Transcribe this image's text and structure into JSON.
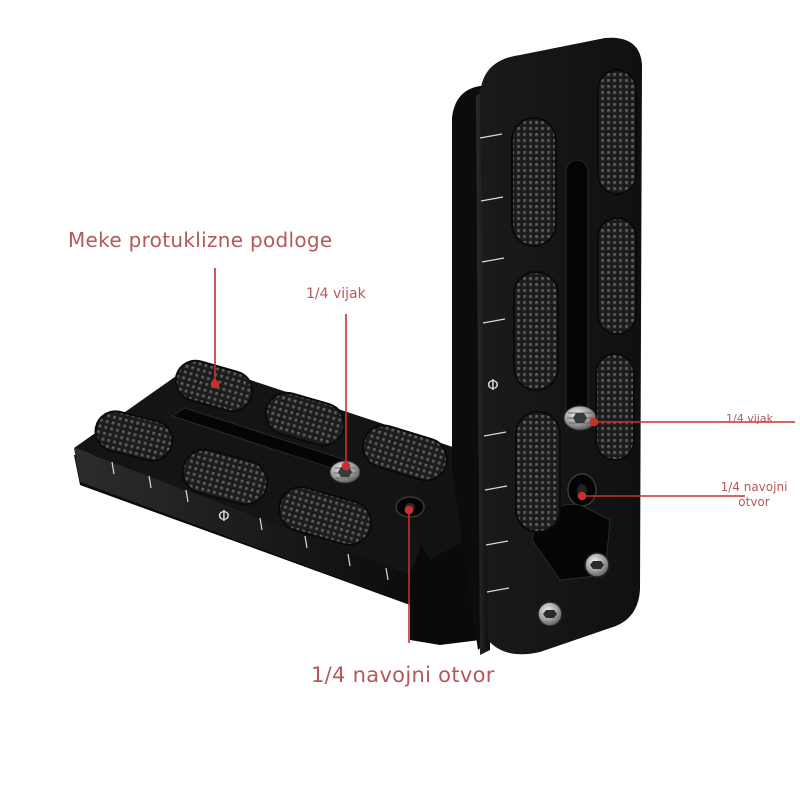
{
  "image": {
    "subject": "L-bracket quick release plate",
    "color": "#141414",
    "accent_color": "#c9302c"
  },
  "callouts": {
    "anti_slip_pads": "Meke protuklizne podloge",
    "screw_base": "1/4 vijak",
    "screw_vertical": "1/4 vijak",
    "hole_vertical_line1": "1/4 navojni",
    "hole_vertical_line2": "otvor",
    "hole_base": "1/4 navojni otvor"
  },
  "scale_marks": {
    "base_symbol": "Φ",
    "vertical_symbol": "Φ"
  }
}
